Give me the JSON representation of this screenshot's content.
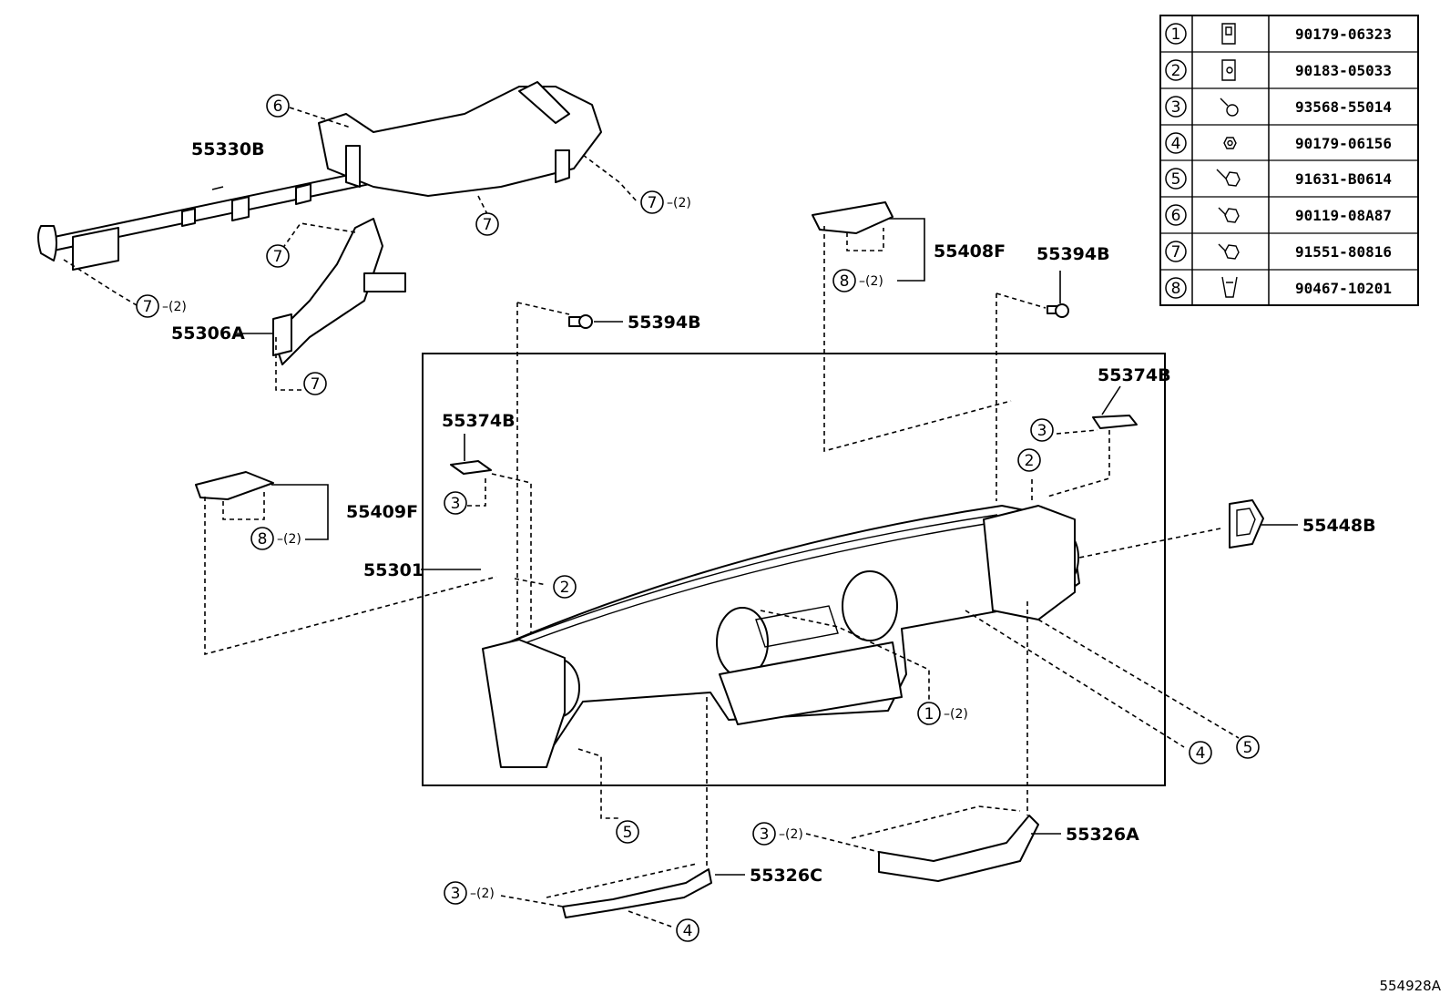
{
  "diagram_code": "554928A",
  "legend": {
    "rows": [
      {
        "ref": "1",
        "icon": "clip-icon",
        "part_no": "90179-06323"
      },
      {
        "ref": "2",
        "icon": "clip-nut-icon",
        "part_no": "90183-05033"
      },
      {
        "ref": "3",
        "icon": "screw-icon",
        "part_no": "93568-55014"
      },
      {
        "ref": "4",
        "icon": "nut-icon",
        "part_no": "90179-06156"
      },
      {
        "ref": "5",
        "icon": "bolt-icon",
        "part_no": "91631-B0614"
      },
      {
        "ref": "6",
        "icon": "bolt-icon",
        "part_no": "90119-08A87"
      },
      {
        "ref": "7",
        "icon": "bolt-icon",
        "part_no": "91551-80816"
      },
      {
        "ref": "8",
        "icon": "clip-icon",
        "part_no": "90467-10201"
      }
    ]
  },
  "parts": {
    "reinforcement": "55330B",
    "brace": "55306A",
    "upper_panel_right": "55408F",
    "upper_panel_left": "55409F",
    "clip_left": "55394B",
    "clip_right": "55394B",
    "bracket_left": "55374B",
    "bracket_right": "55374B",
    "instrument_panel": "55301",
    "vent": "55448B",
    "lower_brace_right": "55326A",
    "lower_brace_center": "55326C"
  },
  "callouts": [
    {
      "ref": "6",
      "qty": ""
    },
    {
      "ref": "7",
      "qty": "(2)"
    },
    {
      "ref": "7",
      "qty": ""
    },
    {
      "ref": "7",
      "qty": ""
    },
    {
      "ref": "7",
      "qty": "(2)"
    },
    {
      "ref": "7",
      "qty": ""
    },
    {
      "ref": "8",
      "qty": "(2)"
    },
    {
      "ref": "8",
      "qty": "(2)"
    },
    {
      "ref": "3",
      "qty": ""
    },
    {
      "ref": "3",
      "qty": ""
    },
    {
      "ref": "2",
      "qty": ""
    },
    {
      "ref": "2",
      "qty": ""
    },
    {
      "ref": "1",
      "qty": "(2)"
    },
    {
      "ref": "4",
      "qty": ""
    },
    {
      "ref": "5",
      "qty": ""
    },
    {
      "ref": "5",
      "qty": ""
    },
    {
      "ref": "3",
      "qty": "(2)"
    },
    {
      "ref": "3",
      "qty": "(2)"
    },
    {
      "ref": "4",
      "qty": ""
    }
  ]
}
